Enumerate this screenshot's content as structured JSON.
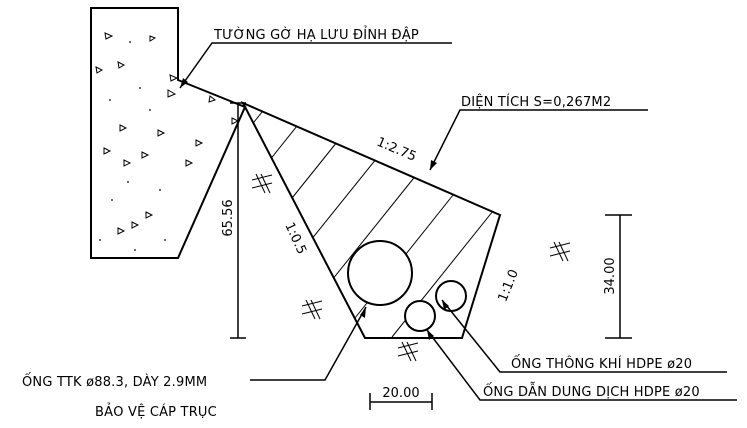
{
  "labels": {
    "wall": "TƯỜNG GỜ HẠ LƯU ĐỈNH ĐẬP",
    "area": "DIỆN TÍCH S=0,267M2",
    "pipe_main_line1": "ỐNG TTK ø88.3, DÀY 2.9MM",
    "pipe_main_line2": "BẢO VỆ CÁP TRỤC",
    "pipe_vent": "ỐNG THÔNG KHÍ HDPE ø20",
    "pipe_solution": "ỐNG DẪN DUNG DỊCH HDPE ø20"
  },
  "slopes": {
    "top": "1:2.75",
    "left": "1:0.5",
    "right": "1:1.0"
  },
  "dimensions": {
    "height_left": "65.56",
    "height_right": "34.00",
    "bottom_width": "20.00"
  }
}
